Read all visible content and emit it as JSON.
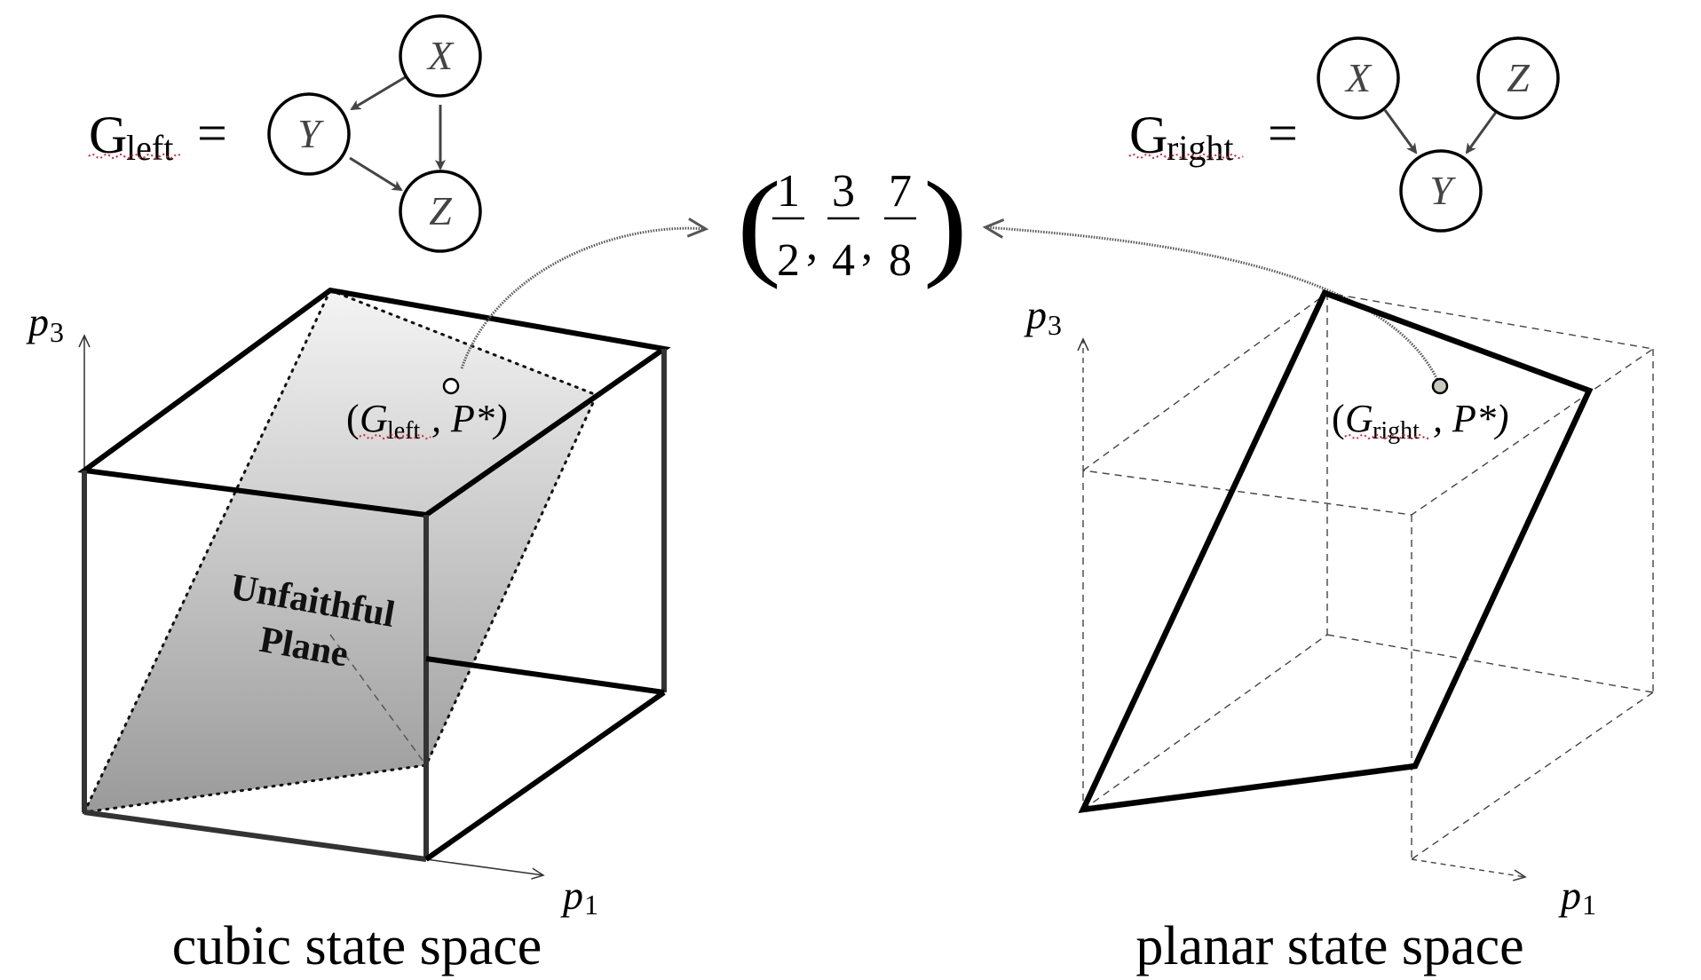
{
  "graphs": {
    "left": {
      "name": "G",
      "subscript": "left",
      "equals": "=",
      "nodes": {
        "x": "X",
        "y": "Y",
        "z": "Z"
      }
    },
    "right": {
      "name": "G",
      "subscript": "right",
      "equals": "=",
      "nodes": {
        "x": "X",
        "y": "Y",
        "z": "Z"
      }
    }
  },
  "distribution": {
    "fractions": [
      {
        "num": "1",
        "den": "2"
      },
      {
        "num": "3",
        "den": "4"
      },
      {
        "num": "7",
        "den": "8"
      }
    ],
    "separator": ",",
    "open": "(",
    "close": ")"
  },
  "left_panel": {
    "axis_p3": {
      "letter": "p",
      "sub": "3"
    },
    "axis_p1": {
      "letter": "p",
      "sub": "1"
    },
    "point_label": {
      "open": "(",
      "g": "G",
      "sub": "left",
      "rest": ", P*)"
    },
    "plane_label_line1": "Unfaithful",
    "plane_label_line2": "Plane",
    "caption": "cubic state space"
  },
  "right_panel": {
    "axis_p3": {
      "letter": "p",
      "sub": "3"
    },
    "axis_p1": {
      "letter": "p",
      "sub": "1"
    },
    "point_label": {
      "open": "(",
      "g": "G",
      "sub": "right",
      "rest": ", P*)"
    },
    "caption": "planar state space"
  },
  "colors": {
    "plane_top": "#f4f4f4",
    "plane_bottom": "#9a9a9a",
    "right_point_fill": "#c9c9bd",
    "arrow_gray": "#555555"
  }
}
